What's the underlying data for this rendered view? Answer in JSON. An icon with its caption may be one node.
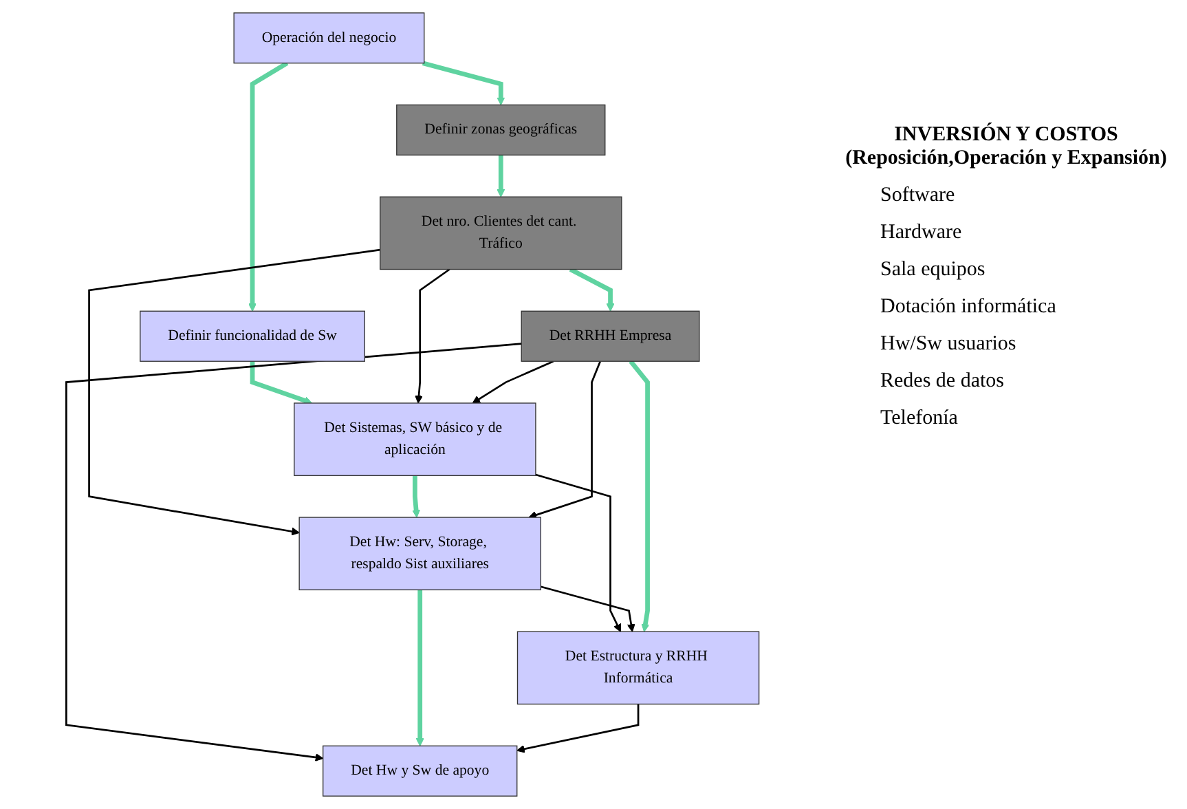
{
  "diagram": {
    "nodes": [
      {
        "text": [
          "Operación del negocio"
        ]
      },
      {
        "text": [
          "Definir zonas geográficas"
        ]
      },
      {
        "text": [
          "Definir funcionalidad de Sw"
        ]
      },
      {
        "text": [
          "Det nro. Clientes det cant. Tráfico"
        ]
      },
      {
        "text": [
          "Det Sistemas, SW básico y de aplicación"
        ]
      },
      {
        "text": [
          "Det RRHH Empresa"
        ]
      },
      {
        "text": [
          "Det Hw: Serv, Storage, respaldo Sist auxiliares"
        ]
      },
      {
        "text": [
          "Det Estructura y RRHH Informática"
        ]
      },
      {
        "text": [
          "Det Hw y Sw de apoyo"
        ]
      }
    ],
    "edges": [
      {
        "from": 0,
        "to": 1,
        "arrow": "to",
        "style": "thick",
        "color": "#5fd3a0"
      },
      {
        "from": 0,
        "to": 2,
        "arrow": "to",
        "style": "thick",
        "color": "#5fd3a0"
      },
      {
        "from": 1,
        "to": 3,
        "arrow": "to",
        "style": "thick",
        "color": "#5fd3a0"
      },
      {
        "from": 2,
        "to": 4,
        "arrow": "to",
        "style": "thick",
        "color": "#5fd3a0"
      },
      {
        "from": 3,
        "to": 4,
        "arrow": "to",
        "color": "#000000"
      },
      {
        "from": 3,
        "to": 6,
        "arrow": "to",
        "color": "#000000"
      },
      {
        "from": 3,
        "to": 5,
        "arrow": "to",
        "style": "thick",
        "color": "#5fd3a0"
      },
      {
        "from": 4,
        "to": 6,
        "arrow": "to",
        "style": "thick",
        "color": "#5fd3a0"
      },
      {
        "from": 5,
        "to": 4,
        "arrow": "to",
        "color": "#000000"
      },
      {
        "from": 5,
        "to": 6,
        "arrow": "to",
        "color": "#000000"
      },
      {
        "from": 5,
        "to": 8,
        "arrow": "to",
        "color": "#000000"
      },
      {
        "from": 4,
        "to": 7,
        "arrow": "to",
        "color": "#000000"
      },
      {
        "from": 6,
        "to": 7,
        "arrow": "to",
        "color": "#000000"
      },
      {
        "from": 5,
        "to": 7,
        "arrow": "to",
        "style": "thick",
        "color": "#5fd3a0"
      },
      {
        "from": 6,
        "to": 8,
        "arrow": "to",
        "style": "thick",
        "color": "#5fd3a0"
      },
      {
        "from": 7,
        "to": 8,
        "arrow": "to",
        "color": "#000000"
      }
    ],
    "labels": [
      "INVERSIÓN Y COSTOS",
      "(Reposición,Operación y Expansión)",
      "Software",
      "Hardware",
      "Sala equipos",
      "Dotación informática",
      "Hw/Sw usuarios",
      "Redes de datos",
      "Telefonía"
    ]
  }
}
